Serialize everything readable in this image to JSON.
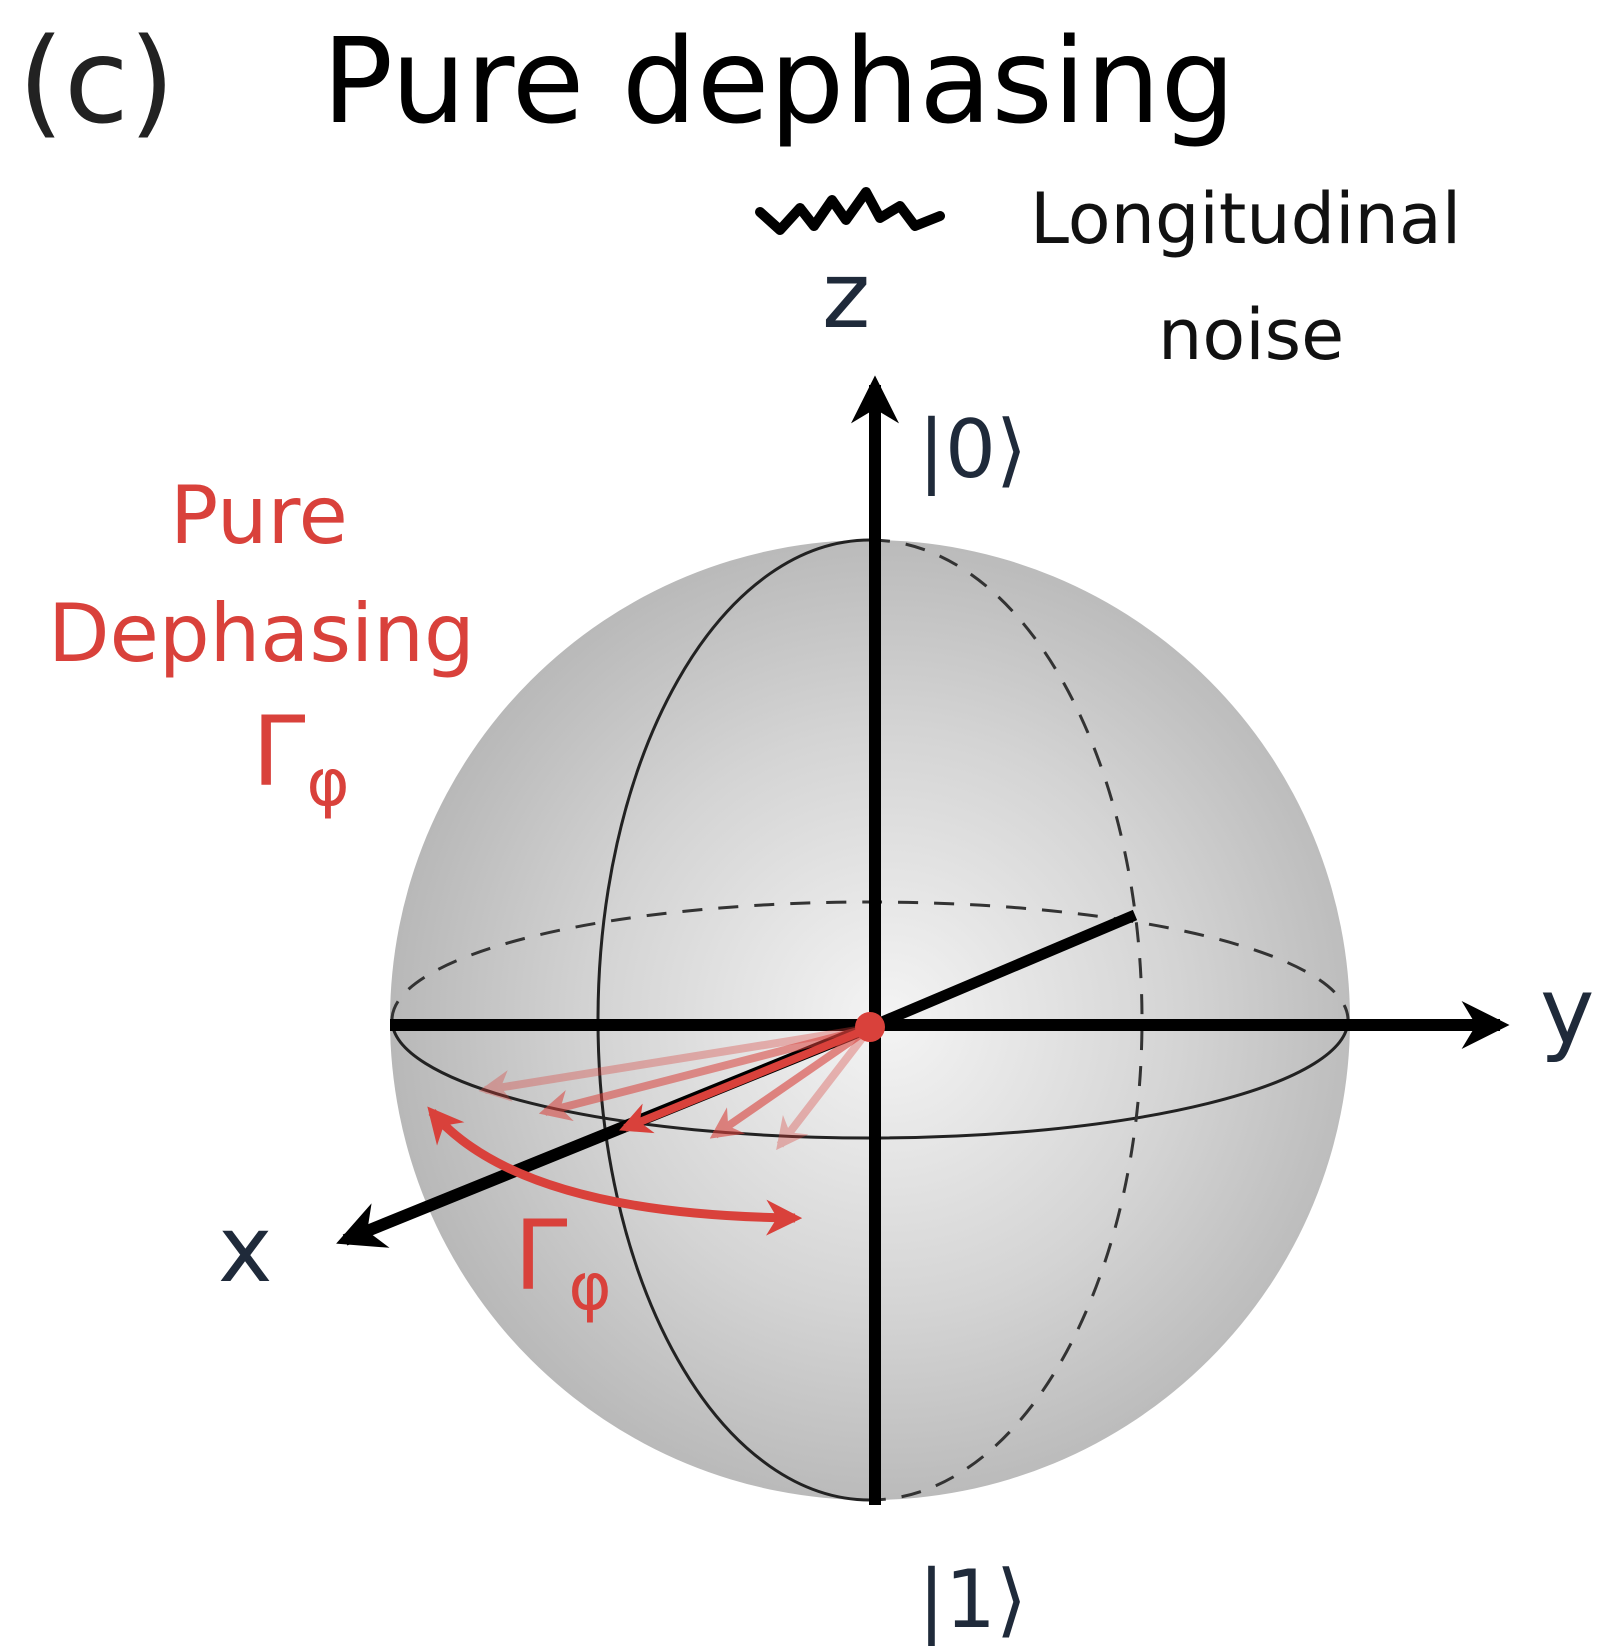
{
  "panel": {
    "label": "(c)",
    "title": "Pure dephasing"
  },
  "noise": {
    "line1": "Longitudinal",
    "line2": "noise"
  },
  "pure_dephasing": {
    "line1": "Pure",
    "line2": "Dephasing"
  },
  "rate": {
    "symbol": "Γ",
    "subscript": "φ"
  },
  "axes": {
    "x": "x",
    "y": "y",
    "z": "z"
  },
  "states": {
    "ground": "|0⟩",
    "excited": "|1⟩"
  },
  "colors": {
    "accent_red": "#d9413b",
    "axis_dark": "#1f2a3a",
    "axis_black": "#000000"
  },
  "icons": {
    "noise": "zigzag-noise-icon"
  }
}
